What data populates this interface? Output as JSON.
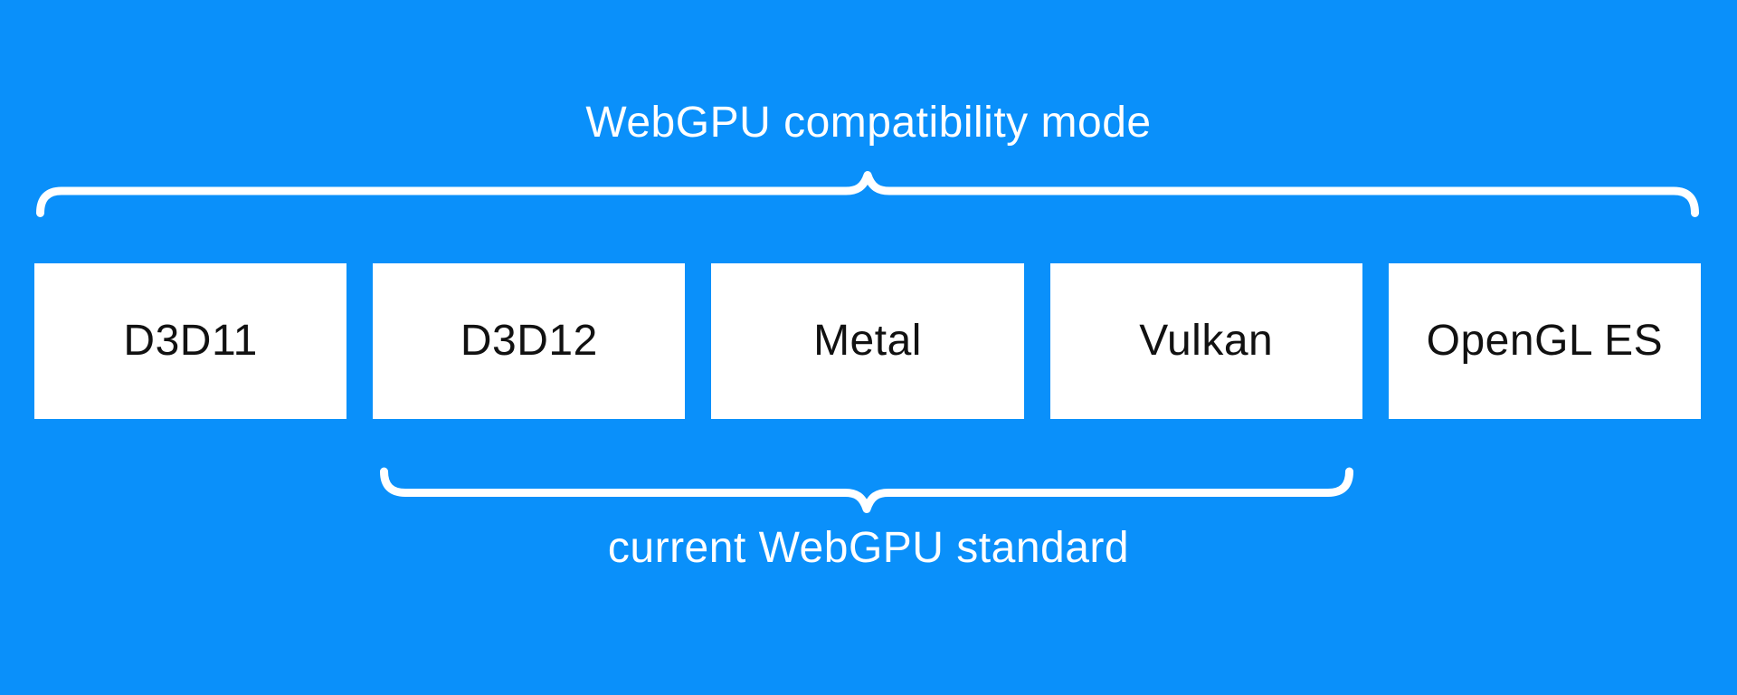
{
  "diagram": {
    "title": "WebGPU compatibility mode",
    "bottom_label": "current WebGPU standard",
    "boxes": [
      {
        "label": "D3D11"
      },
      {
        "label": "D3D12"
      },
      {
        "label": "Metal"
      },
      {
        "label": "Vulkan"
      },
      {
        "label": "OpenGL ES"
      }
    ]
  },
  "colors": {
    "background": "#0a90fa",
    "box_fill": "#ffffff",
    "box_text": "#111111",
    "brace": "#ffffff",
    "title_text": "#ffffff"
  }
}
